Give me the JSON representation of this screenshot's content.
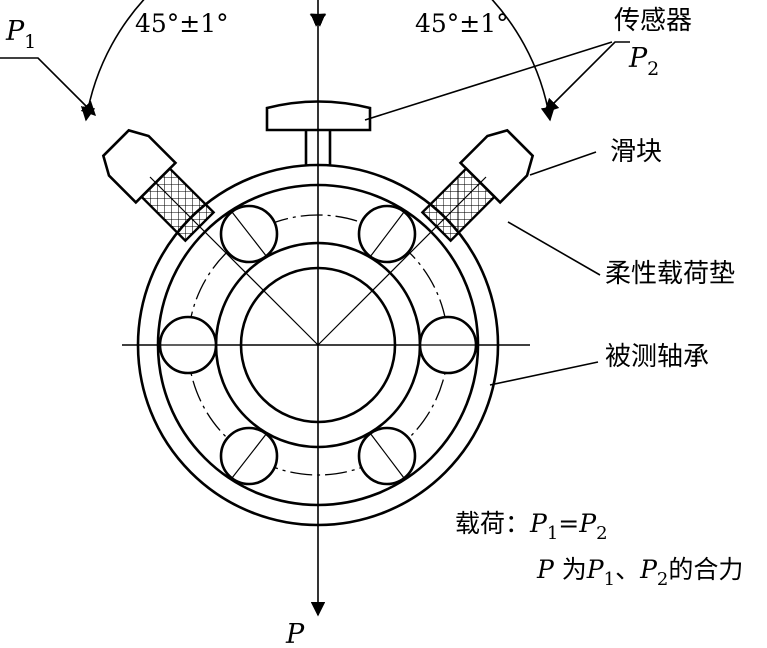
{
  "labels": {
    "angle_left": "45°±1°",
    "angle_right": "45°±1°",
    "p1": "P",
    "p1_sub": "1",
    "sensor": "传感器",
    "p2": "P",
    "p2_sub": "2",
    "slider": "滑块",
    "pad": "柔性载荷垫",
    "bearing": "被测轴承",
    "p_bottom": "P"
  },
  "legend": {
    "line1_prefix": "载荷：",
    "line1_p1": "P",
    "line1_p1_sub": "1",
    "line1_eq": "=",
    "line1_p2": "P",
    "line1_p2_sub": "2",
    "line2_p": "P",
    "line2_mid": " 为",
    "line2_p1": "P",
    "line2_p1_sub": "1",
    "line2_sep": "、",
    "line2_p2": "P",
    "line2_p2_sub": "2",
    "line2_suffix": "的合力"
  }
}
